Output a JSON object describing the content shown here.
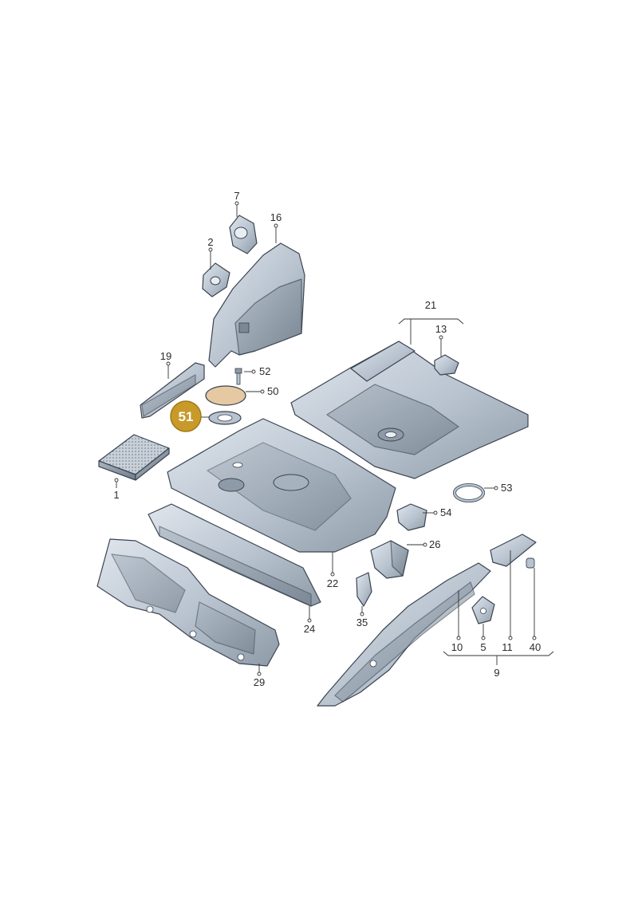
{
  "diagram": {
    "highlight": {
      "label": "51",
      "color": "#c79a2a"
    },
    "colors": {
      "part_fill": "#b8c3cf",
      "part_shade": "#8e9aa7",
      "part_light": "#dfe5ec",
      "gasket_fill": "#e6c9a2",
      "outline": "#3b4450"
    },
    "callouts": [
      "7",
      "16",
      "2",
      "19",
      "52",
      "50",
      "51",
      "1",
      "21",
      "13",
      "53",
      "54",
      "26",
      "22",
      "24",
      "29",
      "35",
      "10",
      "5",
      "11",
      "40",
      "9"
    ]
  }
}
